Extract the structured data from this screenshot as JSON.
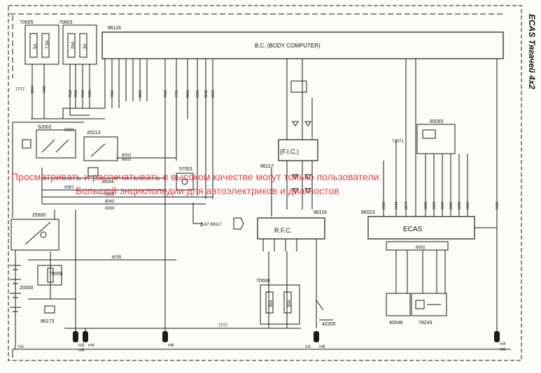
{
  "sheet": {
    "side_title": "ECAS Тягачей 4x2",
    "watermark_lines": [
      "Просматривать и распечатывать в высоком качестве могут только пользователи",
      "Большой энциклопедии для автоэлектриков и диагностов"
    ]
  },
  "modules": {
    "body_computer": {
      "code": "86116",
      "label": "B.C. (BODY COMPUTER)"
    },
    "fic": {
      "code": "86117",
      "label": "(F.I.C.)"
    },
    "rfc": {
      "code": "86118",
      "label": "R.F.C."
    },
    "ecas": {
      "code": "86023",
      "label": "ECAS"
    }
  },
  "fuse_boxes": [
    {
      "code": "70605",
      "fuses": [
        "5A",
        "7.5A"
      ]
    },
    {
      "code": "70603",
      "fuses": [
        "25A",
        "3A"
      ]
    }
  ],
  "components": {
    "switch_52002": "52002",
    "relay_25213": "25213",
    "code_86156": "86156",
    "ignition_25900": "25900",
    "fuse_70058": "70058",
    "battery_20000": "20000",
    "sensor_86173": "86173",
    "switch_57051": "57051",
    "fuse_70000": "70000",
    "fuse_70000_ratings": [
      "30A",
      "30A"
    ],
    "relay_42200": "42200",
    "switch_72071": "72071",
    "panel_85065": "85065",
    "sensor_40046": "40046",
    "valve_78243": "78243",
    "ref_86117": "Д-87 86117"
  },
  "wire_labels": {
    "bc_bottom": [
      "8810",
      "7440",
      "7502",
      "7503",
      "7504",
      "7505",
      "7506",
      "8035",
      "7002",
      "7772",
      "8862",
      "8503",
      "8042",
      "8043"
    ],
    "ecas_top": [
      "6010",
      "7440",
      "2274",
      "6002",
      "6003",
      "6004",
      "6005",
      "6008",
      "6033",
      "9000"
    ],
    "misc": [
      "7777",
      "0000",
      "8002",
      "0087",
      "0803",
      "8043",
      "8035",
      "8802",
      "0000",
      "6002",
      "7777"
    ]
  },
  "grounds": [
    "m1",
    "m3",
    "m6",
    "m4",
    "m6",
    "m1",
    "m6",
    "m4",
    "m6"
  ]
}
